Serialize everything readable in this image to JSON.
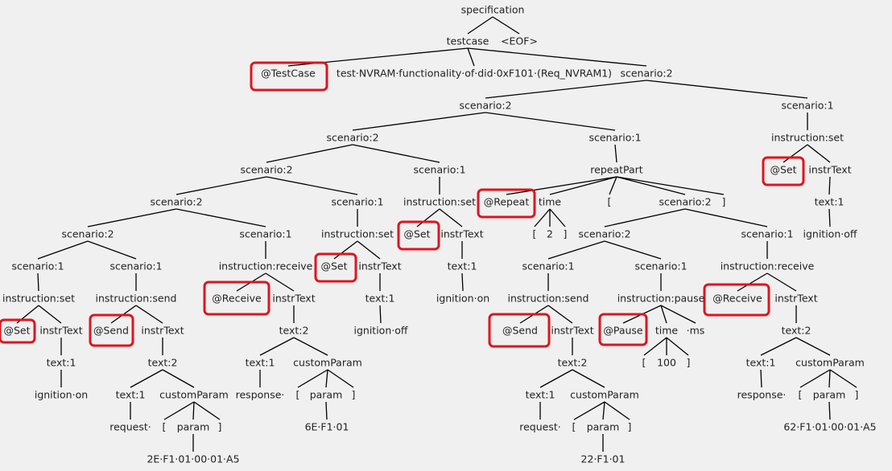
{
  "highlight_color": "#e0141e",
  "edge_color": "#000000",
  "text_color": "#222222",
  "nodes": [
    {
      "id": "specification",
      "text": "specification"
    },
    {
      "id": "testcase",
      "text": "testcase"
    },
    {
      "id": "eof",
      "text": "<EOF>"
    },
    {
      "id": "testcase_kw",
      "text": "@TestCase",
      "highlight": true
    },
    {
      "id": "testcase_title",
      "text": "test·NVRAM·functionality·of·did·0xF101·(Req_NVRAM1)"
    },
    {
      "id": "s2_top",
      "text": "scenario:2"
    },
    {
      "id": "s2_a",
      "text": "scenario:2"
    },
    {
      "id": "s1_right",
      "text": "scenario:1"
    },
    {
      "id": "s2_b",
      "text": "scenario:2"
    },
    {
      "id": "s1_repeat",
      "text": "scenario:1"
    },
    {
      "id": "set_r",
      "text": "instruction:set"
    },
    {
      "id": "set_r_kw",
      "text": "@Set",
      "highlight": true
    },
    {
      "id": "set_r_instr",
      "text": "instrText"
    },
    {
      "id": "set_r_text",
      "text": "text:1"
    },
    {
      "id": "set_r_val",
      "text": "ignition·off"
    },
    {
      "id": "s2_c",
      "text": "scenario:2"
    },
    {
      "id": "s1_mid",
      "text": "scenario:1"
    },
    {
      "id": "repeatPart",
      "text": "repeatPart"
    },
    {
      "id": "s2_d",
      "text": "scenario:2"
    },
    {
      "id": "s1_set2",
      "text": "scenario:1"
    },
    {
      "id": "set_m",
      "text": "instruction:set"
    },
    {
      "id": "set_m_kw",
      "text": "@Set",
      "highlight": true
    },
    {
      "id": "set_m_instr",
      "text": "instrText"
    },
    {
      "id": "set_m_text",
      "text": "text:1"
    },
    {
      "id": "set_m_val",
      "text": "ignition·on"
    },
    {
      "id": "repeat_kw",
      "text": "@Repeat",
      "highlight": true
    },
    {
      "id": "rep_time",
      "text": "time"
    },
    {
      "id": "rep_lb",
      "text": "["
    },
    {
      "id": "rep_s2",
      "text": "scenario:2"
    },
    {
      "id": "rep_rb",
      "text": "]"
    },
    {
      "id": "time_lb",
      "text": "["
    },
    {
      "id": "time_val",
      "text": "2"
    },
    {
      "id": "time_rb",
      "text": "]"
    },
    {
      "id": "s2_e",
      "text": "scenario:2"
    },
    {
      "id": "s1_recv1",
      "text": "scenario:1"
    },
    {
      "id": "s1_set3",
      "text": "scenario:1"
    },
    {
      "id": "set_o",
      "text": "instruction:set"
    },
    {
      "id": "set_o_kw",
      "text": "@Set",
      "highlight": true
    },
    {
      "id": "set_o_instr",
      "text": "instrText"
    },
    {
      "id": "set_o_text",
      "text": "text:1"
    },
    {
      "id": "set_o_val",
      "text": "ignition·off"
    },
    {
      "id": "s1_set4",
      "text": "scenario:1"
    },
    {
      "id": "s1_send1",
      "text": "scenario:1"
    },
    {
      "id": "set_p",
      "text": "instruction:set"
    },
    {
      "id": "set_p_kw",
      "text": "@Set",
      "highlight": true
    },
    {
      "id": "set_p_instr",
      "text": "instrText"
    },
    {
      "id": "set_p_text",
      "text": "text:1"
    },
    {
      "id": "set_p_val",
      "text": "ignition·on"
    },
    {
      "id": "send1",
      "text": "instruction:send"
    },
    {
      "id": "send1_kw",
      "text": "@Send",
      "highlight": true
    },
    {
      "id": "send1_instr",
      "text": "instrText"
    },
    {
      "id": "send1_text",
      "text": "text:2"
    },
    {
      "id": "send1_t1",
      "text": "text:1"
    },
    {
      "id": "send1_cp",
      "text": "customParam"
    },
    {
      "id": "send1_req",
      "text": "request·"
    },
    {
      "id": "send1_lb",
      "text": "["
    },
    {
      "id": "send1_param",
      "text": "param"
    },
    {
      "id": "send1_rb",
      "text": "]"
    },
    {
      "id": "send1_val",
      "text": "2E·F1·01·00·01·A5"
    },
    {
      "id": "recv1",
      "text": "instruction:receive"
    },
    {
      "id": "recv1_kw",
      "text": "@Receive",
      "highlight": true
    },
    {
      "id": "recv1_instr",
      "text": "instrText"
    },
    {
      "id": "recv1_text",
      "text": "text:2"
    },
    {
      "id": "recv1_t1",
      "text": "text:1"
    },
    {
      "id": "recv1_cp",
      "text": "customParam"
    },
    {
      "id": "recv1_resp",
      "text": "response·"
    },
    {
      "id": "recv1_lb",
      "text": "["
    },
    {
      "id": "recv1_param",
      "text": "param"
    },
    {
      "id": "recv1_rb",
      "text": "]"
    },
    {
      "id": "recv1_val",
      "text": "6E·F1·01"
    },
    {
      "id": "rs2_b",
      "text": "scenario:2"
    },
    {
      "id": "rs1_recv",
      "text": "scenario:1"
    },
    {
      "id": "rs1_send",
      "text": "scenario:1"
    },
    {
      "id": "rs1_pause",
      "text": "scenario:1"
    },
    {
      "id": "send2",
      "text": "instruction:send"
    },
    {
      "id": "send2_kw",
      "text": "@Send",
      "highlight": true
    },
    {
      "id": "send2_instr",
      "text": "instrText"
    },
    {
      "id": "send2_text",
      "text": "text:2"
    },
    {
      "id": "send2_t1",
      "text": "text:1"
    },
    {
      "id": "send2_cp",
      "text": "customParam"
    },
    {
      "id": "send2_req",
      "text": "request·"
    },
    {
      "id": "send2_lb",
      "text": "["
    },
    {
      "id": "send2_param",
      "text": "param"
    },
    {
      "id": "send2_rb",
      "text": "]"
    },
    {
      "id": "send2_val",
      "text": "22·F1·01"
    },
    {
      "id": "pause",
      "text": "instruction:pause"
    },
    {
      "id": "pause_kw",
      "text": "@Pause",
      "highlight": true
    },
    {
      "id": "pause_time",
      "text": "time"
    },
    {
      "id": "pause_ms",
      "text": "·ms"
    },
    {
      "id": "ptime_lb",
      "text": "["
    },
    {
      "id": "ptime_val",
      "text": "100"
    },
    {
      "id": "ptime_rb",
      "text": "]"
    },
    {
      "id": "recv2",
      "text": "instruction:receive"
    },
    {
      "id": "recv2_kw",
      "text": "@Receive",
      "highlight": true
    },
    {
      "id": "recv2_instr",
      "text": "instrText"
    },
    {
      "id": "recv2_text",
      "text": "text:2"
    },
    {
      "id": "recv2_t1",
      "text": "text:1"
    },
    {
      "id": "recv2_cp",
      "text": "customParam"
    },
    {
      "id": "recv2_resp",
      "text": "response·"
    },
    {
      "id": "recv2_lb",
      "text": "["
    },
    {
      "id": "recv2_param",
      "text": "param"
    },
    {
      "id": "recv2_rb",
      "text": "]"
    },
    {
      "id": "recv2_val",
      "text": "62·F1·01·00·01·A5"
    }
  ],
  "edges": [
    [
      "specification",
      "testcase"
    ],
    [
      "specification",
      "eof"
    ],
    [
      "testcase",
      "testcase_kw"
    ],
    [
      "testcase",
      "testcase_title"
    ],
    [
      "testcase",
      "s2_top"
    ],
    [
      "s2_top",
      "s2_a"
    ],
    [
      "s2_top",
      "s1_right"
    ],
    [
      "s2_a",
      "s2_b"
    ],
    [
      "s2_a",
      "s1_repeat"
    ],
    [
      "s1_right",
      "set_r"
    ],
    [
      "set_r",
      "set_r_kw"
    ],
    [
      "set_r",
      "set_r_instr"
    ],
    [
      "set_r_instr",
      "set_r_text"
    ],
    [
      "set_r_text",
      "set_r_val"
    ],
    [
      "s2_b",
      "s2_c"
    ],
    [
      "s2_b",
      "s1_mid"
    ],
    [
      "s1_repeat",
      "repeatPart"
    ],
    [
      "s2_c",
      "s2_d"
    ],
    [
      "s2_c",
      "s1_set2"
    ],
    [
      "s1_mid",
      "set_m"
    ],
    [
      "set_m",
      "set_m_kw"
    ],
    [
      "set_m",
      "set_m_instr"
    ],
    [
      "set_m_instr",
      "set_m_text"
    ],
    [
      "set_m_text",
      "set_m_val"
    ],
    [
      "repeatPart",
      "repeat_kw"
    ],
    [
      "repeatPart",
      "rep_time"
    ],
    [
      "repeatPart",
      "rep_lb"
    ],
    [
      "repeatPart",
      "rep_s2"
    ],
    [
      "repeatPart",
      "rep_rb"
    ],
    [
      "rep_time",
      "time_lb"
    ],
    [
      "rep_time",
      "time_val"
    ],
    [
      "rep_time",
      "time_rb"
    ],
    [
      "s2_d",
      "s2_e"
    ],
    [
      "s2_d",
      "s1_recv1"
    ],
    [
      "s1_set2",
      "set_o"
    ],
    [
      "set_o",
      "set_o_kw"
    ],
    [
      "set_o",
      "set_o_instr"
    ],
    [
      "set_o_instr",
      "set_o_text"
    ],
    [
      "set_o_text",
      "set_o_val"
    ],
    [
      "s2_e",
      "s1_set4"
    ],
    [
      "s2_e",
      "s1_send1"
    ],
    [
      "s1_set4",
      "set_p"
    ],
    [
      "set_p",
      "set_p_kw"
    ],
    [
      "set_p",
      "set_p_instr"
    ],
    [
      "set_p_instr",
      "set_p_text"
    ],
    [
      "set_p_text",
      "set_p_val"
    ],
    [
      "s1_send1",
      "send1"
    ],
    [
      "send1",
      "send1_kw"
    ],
    [
      "send1",
      "send1_instr"
    ],
    [
      "send1_instr",
      "send1_text"
    ],
    [
      "send1_text",
      "send1_t1"
    ],
    [
      "send1_text",
      "send1_cp"
    ],
    [
      "send1_t1",
      "send1_req"
    ],
    [
      "send1_cp",
      "send1_lb"
    ],
    [
      "send1_cp",
      "send1_param"
    ],
    [
      "send1_cp",
      "send1_rb"
    ],
    [
      "send1_param",
      "send1_val"
    ],
    [
      "s1_recv1",
      "recv1"
    ],
    [
      "recv1",
      "recv1_kw"
    ],
    [
      "recv1",
      "recv1_instr"
    ],
    [
      "recv1_instr",
      "recv1_text"
    ],
    [
      "recv1_text",
      "recv1_t1"
    ],
    [
      "recv1_text",
      "recv1_cp"
    ],
    [
      "recv1_t1",
      "recv1_resp"
    ],
    [
      "recv1_cp",
      "recv1_lb"
    ],
    [
      "recv1_cp",
      "recv1_param"
    ],
    [
      "recv1_cp",
      "recv1_rb"
    ],
    [
      "recv1_param",
      "recv1_val"
    ],
    [
      "rep_s2",
      "rs2_b"
    ],
    [
      "rep_s2",
      "rs1_recv"
    ],
    [
      "rs2_b",
      "rs1_send"
    ],
    [
      "rs2_b",
      "rs1_pause"
    ],
    [
      "rs1_send",
      "send2"
    ],
    [
      "send2",
      "send2_kw"
    ],
    [
      "send2",
      "send2_instr"
    ],
    [
      "send2_instr",
      "send2_text"
    ],
    [
      "send2_text",
      "send2_t1"
    ],
    [
      "send2_text",
      "send2_cp"
    ],
    [
      "send2_t1",
      "send2_req"
    ],
    [
      "send2_cp",
      "send2_lb"
    ],
    [
      "send2_cp",
      "send2_param"
    ],
    [
      "send2_cp",
      "send2_rb"
    ],
    [
      "send2_param",
      "send2_val"
    ],
    [
      "rs1_pause",
      "pause"
    ],
    [
      "pause",
      "pause_kw"
    ],
    [
      "pause",
      "pause_time"
    ],
    [
      "pause",
      "pause_ms"
    ],
    [
      "pause_time",
      "ptime_lb"
    ],
    [
      "pause_time",
      "ptime_val"
    ],
    [
      "pause_time",
      "ptime_rb"
    ],
    [
      "rs1_recv",
      "recv2"
    ],
    [
      "recv2",
      "recv2_kw"
    ],
    [
      "recv2",
      "recv2_instr"
    ],
    [
      "recv2_instr",
      "recv2_text"
    ],
    [
      "recv2_text",
      "recv2_t1"
    ],
    [
      "recv2_text",
      "recv2_cp"
    ],
    [
      "recv2_t1",
      "recv2_resp"
    ],
    [
      "recv2_cp",
      "recv2_lb"
    ],
    [
      "recv2_cp",
      "recv2_param"
    ],
    [
      "recv2_cp",
      "recv2_rb"
    ],
    [
      "recv2_param",
      "recv2_val"
    ]
  ]
}
